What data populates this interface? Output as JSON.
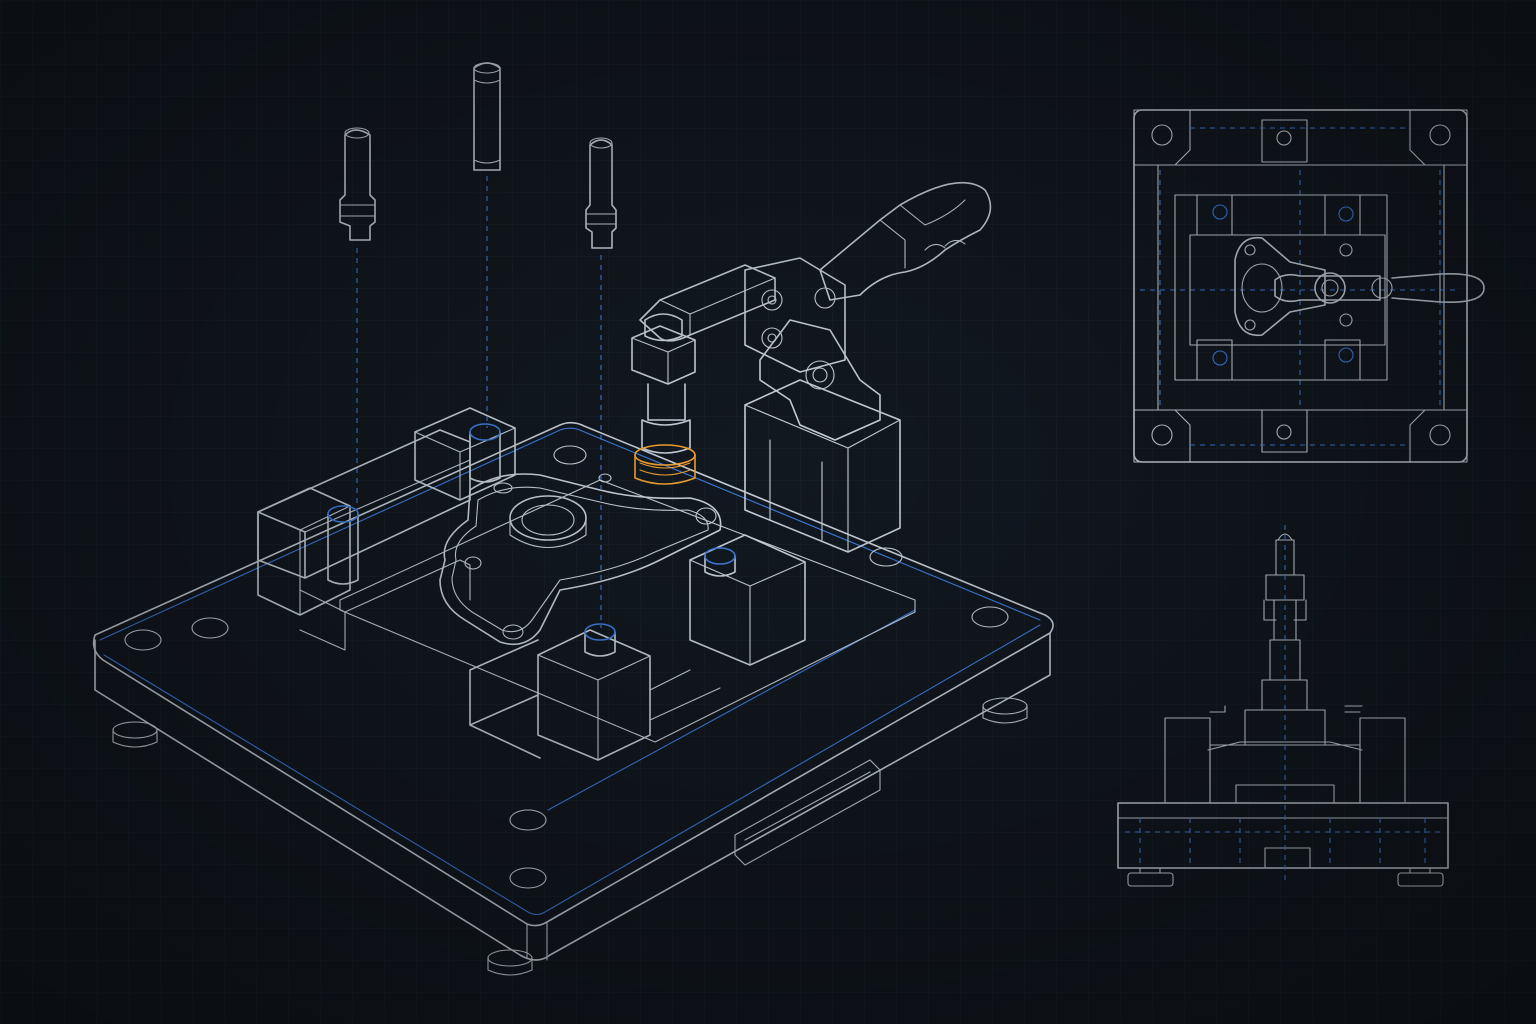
{
  "colors": {
    "background": "#121820",
    "grid": "#1a2430",
    "line": "#c9d2db",
    "line_dim": "#7f8a96",
    "accent_blue": "#3f7fe0",
    "highlight_orange": "#f0a030"
  },
  "views": [
    {
      "name": "isometric-view"
    },
    {
      "name": "top-view"
    },
    {
      "name": "front-view"
    }
  ],
  "exploded_locating_pins": 3,
  "highlighted_part": "clamp-spindle-collar"
}
